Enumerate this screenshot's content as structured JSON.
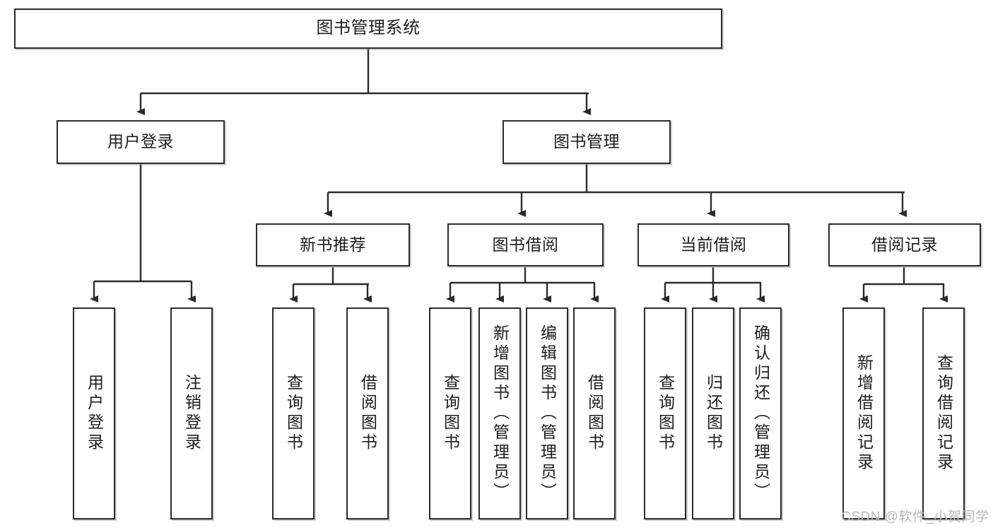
{
  "diagram": {
    "type": "tree-hierarchy-chart",
    "title": "图书管理系统",
    "watermark": "CSDN @软件_小贺同学",
    "accent_border_color": "#2b2b2b",
    "background_color": "#ffffff",
    "nodes": {
      "root": {
        "label": "图书管理系统"
      },
      "level2": [
        {
          "id": "user-login",
          "label": "用户登录"
        },
        {
          "id": "book-manage",
          "label": "图书管理"
        }
      ],
      "level3": [
        {
          "id": "new-book-recommend",
          "label": "新书推荐"
        },
        {
          "id": "book-borrow",
          "label": "图书借阅"
        },
        {
          "id": "current-borrow",
          "label": "当前借阅"
        },
        {
          "id": "borrow-record",
          "label": "借阅记录"
        }
      ],
      "leaves": {
        "user-login": [
          {
            "id": "leaf-user-login",
            "label": "用户登录"
          },
          {
            "id": "leaf-logout",
            "label": "注销登录"
          }
        ],
        "new-book-recommend": [
          {
            "id": "leaf-query-book-1",
            "label": "查询图书"
          },
          {
            "id": "leaf-borrow-book-1",
            "label": "借阅图书"
          }
        ],
        "book-borrow": [
          {
            "id": "leaf-query-book-2",
            "label": "查询图书"
          },
          {
            "id": "leaf-add-book",
            "label": "新增图书（管理员）"
          },
          {
            "id": "leaf-edit-book",
            "label": "编辑图书（管理员）"
          },
          {
            "id": "leaf-borrow-book-2",
            "label": "借阅图书"
          }
        ],
        "current-borrow": [
          {
            "id": "leaf-query-book-3",
            "label": "查询图书"
          },
          {
            "id": "leaf-return-book",
            "label": "归还图书"
          },
          {
            "id": "leaf-confirm-return",
            "label": "确认归还（管理员）"
          }
        ],
        "borrow-record": [
          {
            "id": "leaf-add-record",
            "label": "新增借阅记录"
          },
          {
            "id": "leaf-query-record",
            "label": "查询借阅记录"
          }
        ]
      }
    }
  }
}
